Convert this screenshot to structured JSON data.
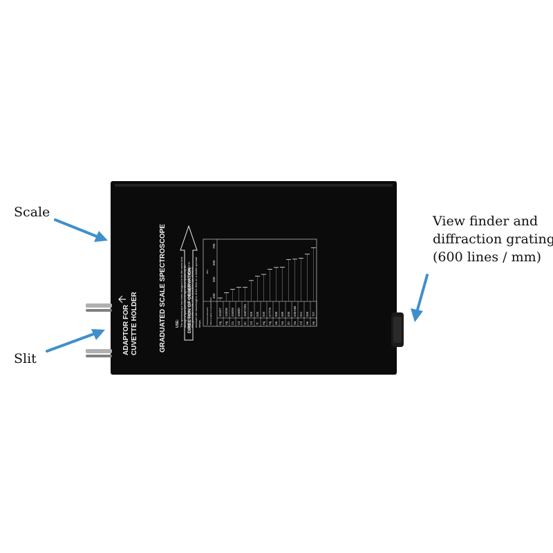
{
  "callouts": {
    "scale": "Scale",
    "slit": "Slit",
    "viewfinder": [
      "View finder and",
      "diffraction grating",
      "(600 lines / mm)"
    ]
  },
  "device": {
    "body_color": "#0b0b0b",
    "title": "GRADUATED SCALE SPECTROSCOPE",
    "adaptor_line1": "ADAPTOR FOR",
    "adaptor_line2": "CUVETTE HOLDER",
    "direction": "DIRECTION OF OBSERVATION",
    "use_heading": "USE:",
    "use_text": [
      "The spectroscope has been designed to let the users look",
      "through a split spectrum of light decomposed by an",
      "optical system. The spectra superposition obtained on",
      "the graduated scale of the spectroscope allows to",
      "measure the wavelengths of the lines on a visible spectral",
      "lamps."
    ],
    "table_header": "Chemical elements",
    "table_header2": "Wave lengths of spectral lines",
    "scale_unit": "nm",
    "scale_ticks": [
      "400",
      "500",
      "600",
      "700"
    ],
    "rows": [
      {
        "el": "Hg",
        "wl": "404/07"
      },
      {
        "el": "Hg",
        "wl": "435/36"
      },
      {
        "el": "Cs",
        "wl": "456/59"
      },
      {
        "el": "Cd",
        "wl": "468/80"
      },
      {
        "el": "Zn",
        "wl": "468/72/81"
      },
      {
        "el": "Cd",
        "wl": "509"
      },
      {
        "el": "Tl",
        "wl": "535"
      },
      {
        "el": "Hg",
        "wl": "546"
      },
      {
        "el": "Hg",
        "wl": "577/79"
      },
      {
        "el": "He",
        "wl": "588"
      },
      {
        "el": "Na",
        "wl": "589"
      },
      {
        "el": "Zn",
        "wl": "636"
      },
      {
        "el": "Na",
        "wl": "638-668"
      },
      {
        "el": "Cd",
        "wl": "644"
      },
      {
        "el": "He",
        "wl": "668"
      },
      {
        "el": "He",
        "wl": "707"
      }
    ]
  },
  "accent_color": "#3f8fcc"
}
